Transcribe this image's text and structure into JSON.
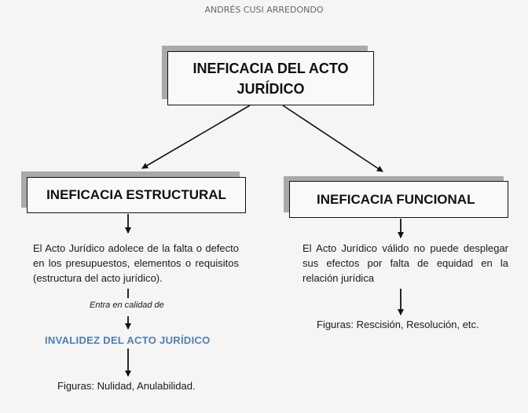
{
  "author": "ANDRÉS CUSI ARREDONDO",
  "root": {
    "title_line1": "INEFICACIA DEL ACTO",
    "title_line2": "JURÍDICO"
  },
  "left_branch": {
    "title": "INEFICACIA ESTRUCTURAL",
    "description": "El Acto Jurídico adolece de la falta o defecto en los presupuestos, elementos o requisitos (estructura del acto jurídico).",
    "connector_note": "Entra en calidad de",
    "consequence": "INVALIDEZ DEL ACTO JURÍDICO",
    "figures": "Figuras: Nulidad, Anulabilidad."
  },
  "right_branch": {
    "title": "INEFICACIA FUNCIONAL",
    "description": "El Acto Jurídico válido no puede desplegar sus efectos por falta de equidad en la relación jurídica",
    "figures": "Figuras: Rescisión, Resolución, etc."
  },
  "colors": {
    "background": "#f5f5f5",
    "box_shadow": "#a9a9a9",
    "accent_blue": "#4f7fb0",
    "text": "#111111"
  }
}
